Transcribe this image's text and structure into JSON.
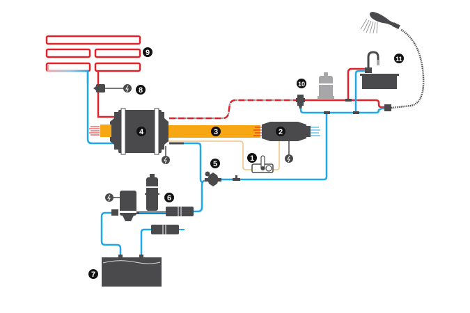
{
  "diagram": {
    "title": "Boat / RV hot water and heating system schematic",
    "colors": {
      "cold": "#1ea7ea",
      "hot": "#e0232b",
      "exhaust": "#f7a713",
      "coolant": "#f2c27a",
      "component": "#4a4a4c",
      "component_light": "#a7a7a9",
      "cable": "#555555",
      "label_bg": "#111111",
      "label_fg": "#ffffff"
    },
    "labels": [
      {
        "id": "1",
        "component": "control-panel-thermostat"
      },
      {
        "id": "2",
        "component": "heater-burner"
      },
      {
        "id": "3",
        "component": "exhaust-duct"
      },
      {
        "id": "4",
        "component": "water-heater"
      },
      {
        "id": "5",
        "component": "pressure-regulator"
      },
      {
        "id": "6",
        "component": "pump-and-accumulator"
      },
      {
        "id": "7",
        "component": "fresh-water-tank"
      },
      {
        "id": "8",
        "component": "circulation-pump"
      },
      {
        "id": "9",
        "component": "underfloor-heating-loop"
      },
      {
        "id": "10",
        "component": "mixing-valve"
      },
      {
        "id": "11",
        "component": "sink-and-shower"
      }
    ],
    "icons": {
      "electric": "⚡"
    }
  }
}
